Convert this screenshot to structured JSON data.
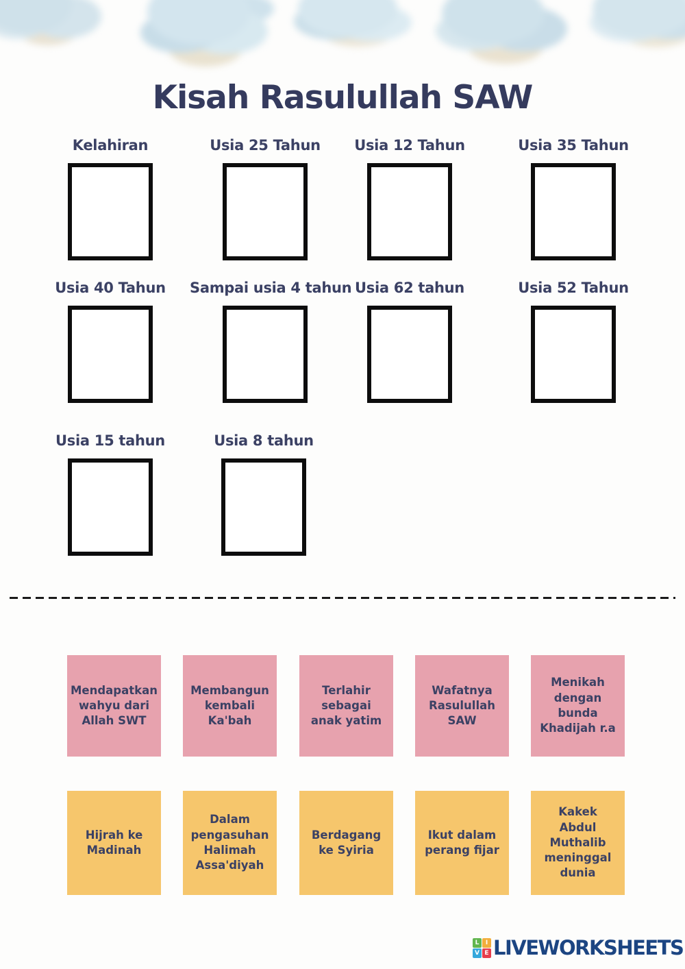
{
  "worksheet": {
    "title": "Kisah Rasulullah SAW"
  },
  "timeline_slots": [
    {
      "label": "Kelahiran"
    },
    {
      "label": "Usia 25 Tahun"
    },
    {
      "label": "Usia 12 Tahun"
    },
    {
      "label": "Usia 35 Tahun"
    },
    {
      "label": "Usia 40 Tahun"
    },
    {
      "label": "Sampai usia 4 tahun"
    },
    {
      "label": "Usia 62 tahun"
    },
    {
      "label": "Usia 52 Tahun"
    },
    {
      "label": "Usia 15 tahun"
    },
    {
      "label": "Usia 8 tahun"
    }
  ],
  "answer_cards": {
    "pink": [
      {
        "label": "Mendapatkan wahyu dari Allah SWT"
      },
      {
        "label": "Membangun kembali Ka'bah"
      },
      {
        "label": "Terlahir sebagai anak yatim"
      },
      {
        "label": "Wafatnya Rasulullah SAW"
      },
      {
        "label": "Menikah dengan bunda Khadijah r.a"
      }
    ],
    "yellow": [
      {
        "label": "Hijrah ke Madinah"
      },
      {
        "label": "Dalam pengasuhan Halimah Assa'diyah"
      },
      {
        "label": "Berdagang ke Syiria"
      },
      {
        "label": "Ikut dalam perang fijar"
      },
      {
        "label": "Kakek Abdul Muthalib meninggal dunia"
      }
    ]
  },
  "colors": {
    "pink_card": "#e7a2ae",
    "yellow_card": "#f6c66c",
    "text_navy": "#3b4164",
    "box_border": "#0d0d0d",
    "brand_navy": "#1c4582",
    "logo_green": "#62b64f",
    "logo_amber": "#f2ae3c",
    "logo_blue": "#35a8dc",
    "logo_red": "#e63e4d"
  },
  "footer": {
    "brand": "LIVEWORKSHEETS",
    "logo_letters": [
      "L",
      "I",
      "V",
      "E"
    ]
  }
}
